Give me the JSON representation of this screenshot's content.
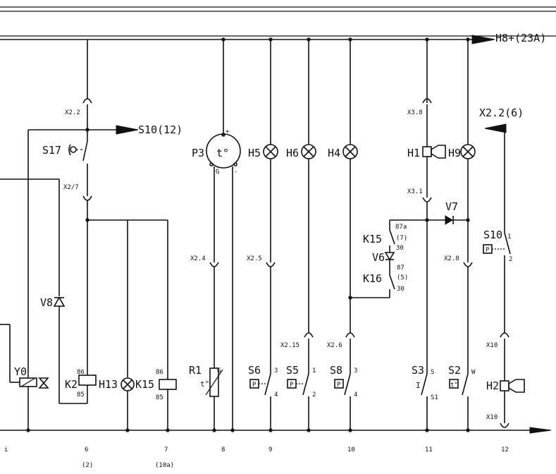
{
  "references": {
    "bus_out": "H8+(23A)",
    "arrow_s10": "S10(12)",
    "arrow_x22": "X2.2(6)"
  },
  "components": {
    "S17": "S17",
    "P3": "P3",
    "t_gauge": "t°",
    "H5": "H5",
    "H6": "H6",
    "H4": "H4",
    "H1": "H1",
    "H9": "H9",
    "K15_upper": "K15",
    "V6": "V6",
    "K16": "K16",
    "V7": "V7",
    "S10": "S10",
    "V8": "V8",
    "Y0": "Y0",
    "K2": "K2",
    "H13": "H13",
    "K15_lower": "K15",
    "R1": "R1",
    "S6": "S6",
    "S5": "S5",
    "S8": "S8",
    "S3": "S3",
    "S2": "S2",
    "H2": "H2",
    "P_box": "P",
    "I_sym": "I",
    "t_sym": "t°"
  },
  "connectors": {
    "x22_top": "X2.2",
    "x27": "X2/7",
    "x38": "X3.8",
    "x31": "X3.1",
    "x24": "X2.4",
    "x25": "X2.5",
    "x215": "X2.15",
    "x26": "X2.6",
    "x28": "X2.8",
    "x10_top": "X10",
    "x10_bot": "X10"
  },
  "pins": {
    "p85a": "85",
    "p85b": "85",
    "p86a": "86",
    "p86b": "86",
    "p87a_top": "87a",
    "p7": "(7)",
    "p30a": "30",
    "p87": "87",
    "p5": "(5)",
    "p30b": "30",
    "p1": "1",
    "p2": "2",
    "s6_3": "3",
    "s6_4": "4",
    "s5_1": "1",
    "s5_2": "2",
    "s8_3": "3",
    "s8_4": "4",
    "s3_s": "S",
    "s3_s1": "S1",
    "s2_w": "W",
    "g_label": "G",
    "p3_g": "G",
    "plus": "+",
    "minus": "-"
  },
  "columns": {
    "c_i": "i",
    "c6": "6",
    "c6_sub": "(2)",
    "c7": "7",
    "c7_sub": "(10a)",
    "c8": "8",
    "c9": "9",
    "c10": "10",
    "c11": "11",
    "c12": "12"
  }
}
